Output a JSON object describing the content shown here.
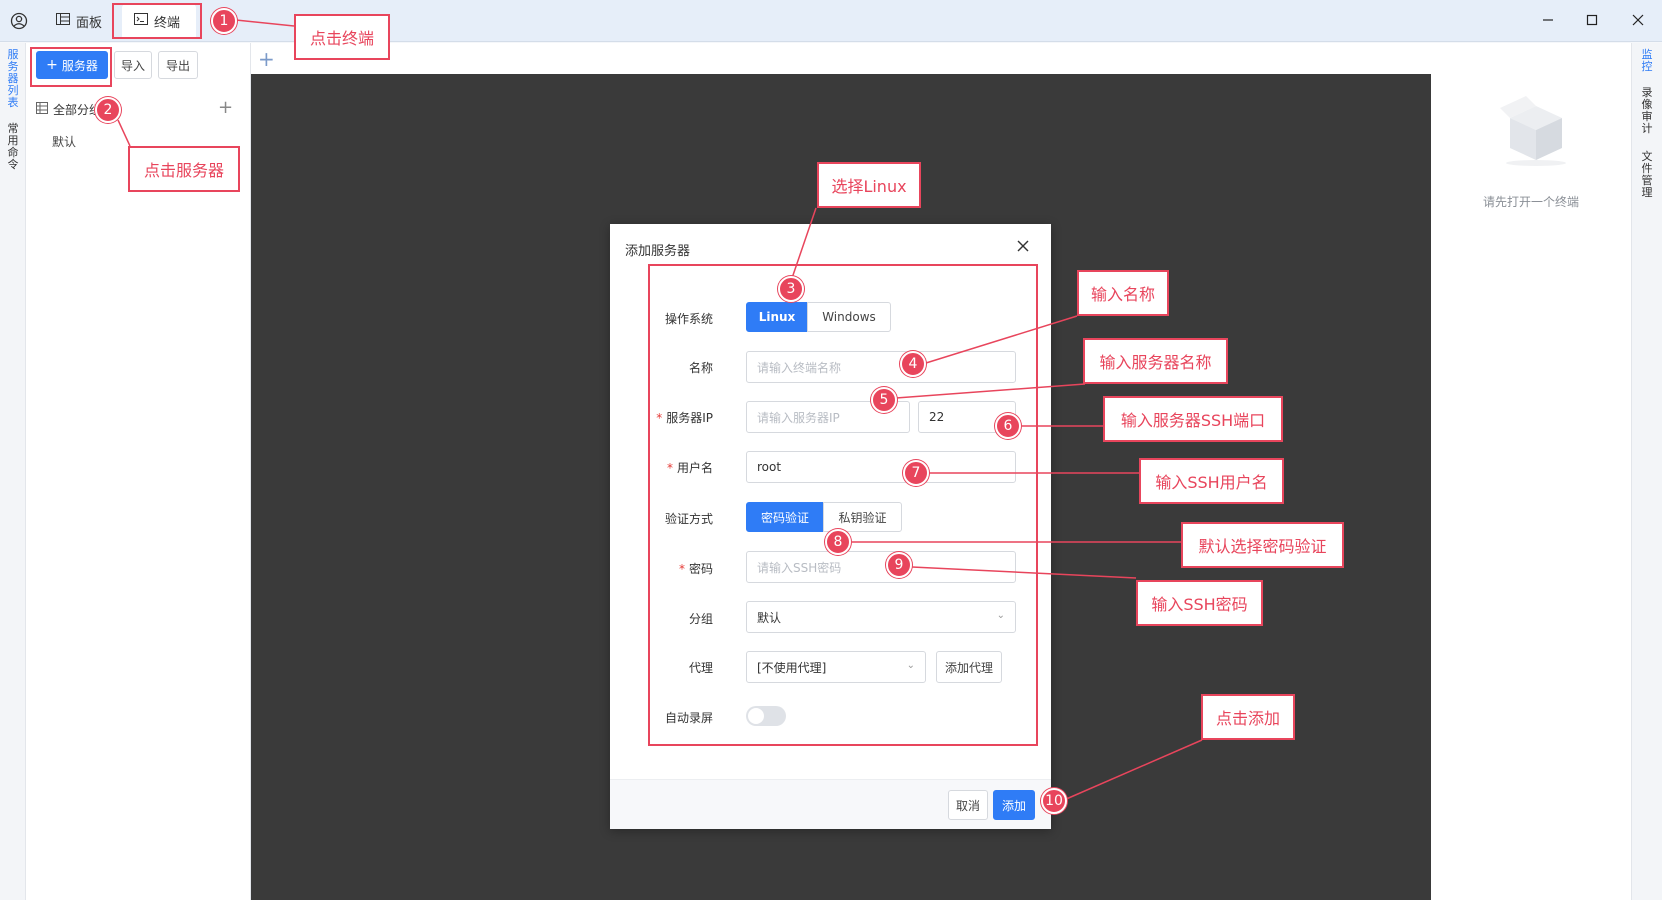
{
  "titlebar": {
    "tabs": [
      {
        "label": "面板",
        "icon": "panel-icon"
      },
      {
        "label": "终端",
        "icon": "terminal-icon"
      }
    ]
  },
  "left_strip": {
    "items": [
      "服务器列表",
      "常用命令"
    ]
  },
  "sidebar": {
    "add_server_label": "服务器",
    "import_label": "导入",
    "export_label": "导出",
    "all_groups_label": "全部分组",
    "default_group": "默认"
  },
  "right_panel": {
    "empty_text": "请先打开一个终端"
  },
  "right_strip": {
    "items": [
      "监控",
      "录像审计",
      "文件管理"
    ]
  },
  "dialog": {
    "title": "添加服务器",
    "os_label": "操作系统",
    "os_options": [
      "Linux",
      "Windows"
    ],
    "name_label": "名称",
    "name_placeholder": "请输入终端名称",
    "ip_label": "服务器IP",
    "ip_placeholder": "请输入服务器IP",
    "port_value": "22",
    "user_label": "用户名",
    "user_value": "root",
    "auth_label": "验证方式",
    "auth_options": [
      "密码验证",
      "私钥验证"
    ],
    "password_label": "密码",
    "password_placeholder": "请输入SSH密码",
    "group_label": "分组",
    "group_value": "默认",
    "proxy_label": "代理",
    "proxy_value": "[不使用代理]",
    "add_proxy_label": "添加代理",
    "record_label": "自动录屏",
    "cancel_label": "取消",
    "add_label": "添加"
  },
  "annotations": {
    "c1": "点击终端",
    "c2": "点击服务器",
    "c3": "选择Linux",
    "c4": "输入名称",
    "c5": "输入服务器名称",
    "c6": "输入服务器SSH端口",
    "c7": "输入SSH用户名",
    "c8": "默认选择密码验证",
    "c9": "输入SSH密码",
    "c10": "点击添加",
    "numbers": [
      "1",
      "2",
      "3",
      "4",
      "5",
      "6",
      "7",
      "8",
      "9",
      "10"
    ]
  },
  "colors": {
    "accent": "#2f7cf6",
    "annotation": "#e8455c",
    "terminal_bg": "#3a3a3a"
  }
}
